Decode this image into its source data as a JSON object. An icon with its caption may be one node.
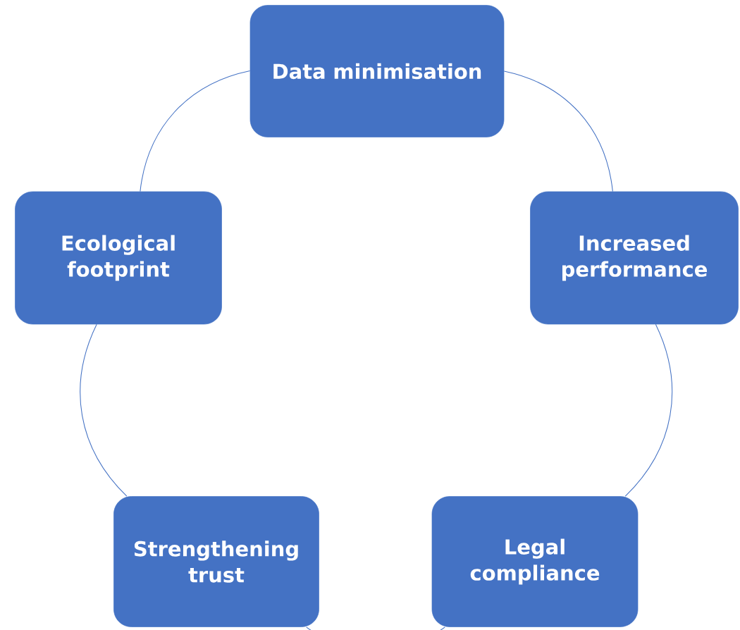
{
  "diagram": {
    "nodes": [
      {
        "text": [
          "Data minimisation"
        ]
      },
      {
        "text": [
          "Increased performance"
        ]
      },
      {
        "text": [
          "Legal compliance"
        ]
      },
      {
        "text": [
          "Strengthening trust"
        ]
      },
      {
        "text": [
          "Ecological footprint"
        ]
      }
    ],
    "edges": [
      {
        "from": 0,
        "to": 1,
        "arrow": "none"
      },
      {
        "from": 1,
        "to": 2,
        "arrow": "none"
      },
      {
        "from": 2,
        "to": 3,
        "arrow": "none"
      },
      {
        "from": 3,
        "to": 4,
        "arrow": "none"
      },
      {
        "from": 4,
        "to": 0,
        "arrow": "none"
      }
    ]
  }
}
